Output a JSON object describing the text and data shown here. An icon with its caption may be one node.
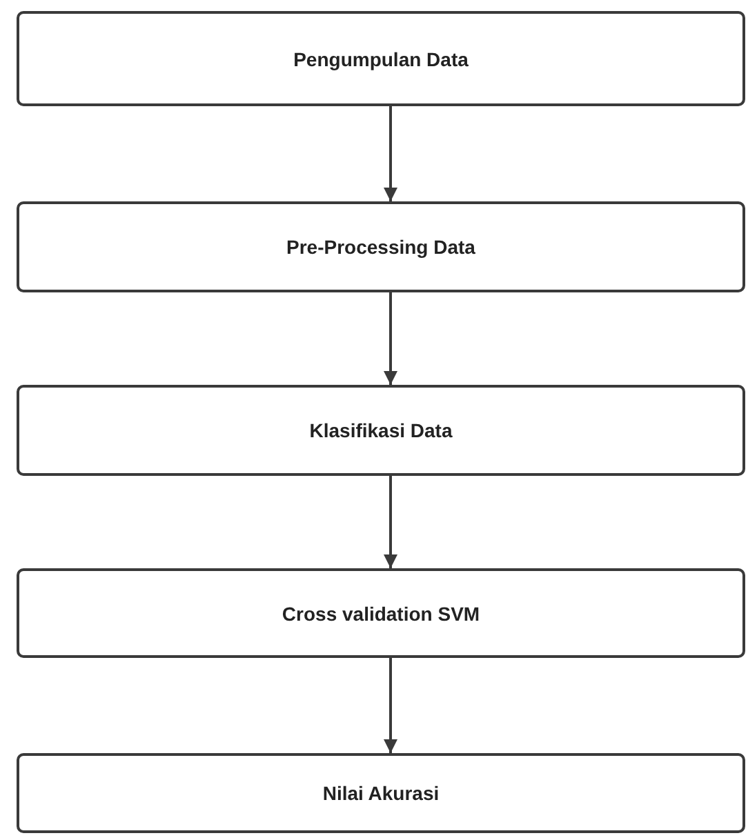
{
  "diagram": {
    "nodes": [
      {
        "text": [
          "Pengumpulan Data"
        ]
      },
      {
        "text": [
          "Pre-Processing Data"
        ]
      },
      {
        "text": [
          "Klasifikasi Data"
        ]
      },
      {
        "text": [
          "Cross validation SVM"
        ]
      },
      {
        "text": [
          "Nilai Akurasi"
        ]
      }
    ],
    "edges": [
      {
        "from": 0,
        "to": 1,
        "arrow": "to"
      },
      {
        "from": 1,
        "to": 2,
        "arrow": "to"
      },
      {
        "from": 2,
        "to": 3,
        "arrow": "to"
      },
      {
        "from": 3,
        "to": 4,
        "arrow": "to"
      }
    ]
  }
}
